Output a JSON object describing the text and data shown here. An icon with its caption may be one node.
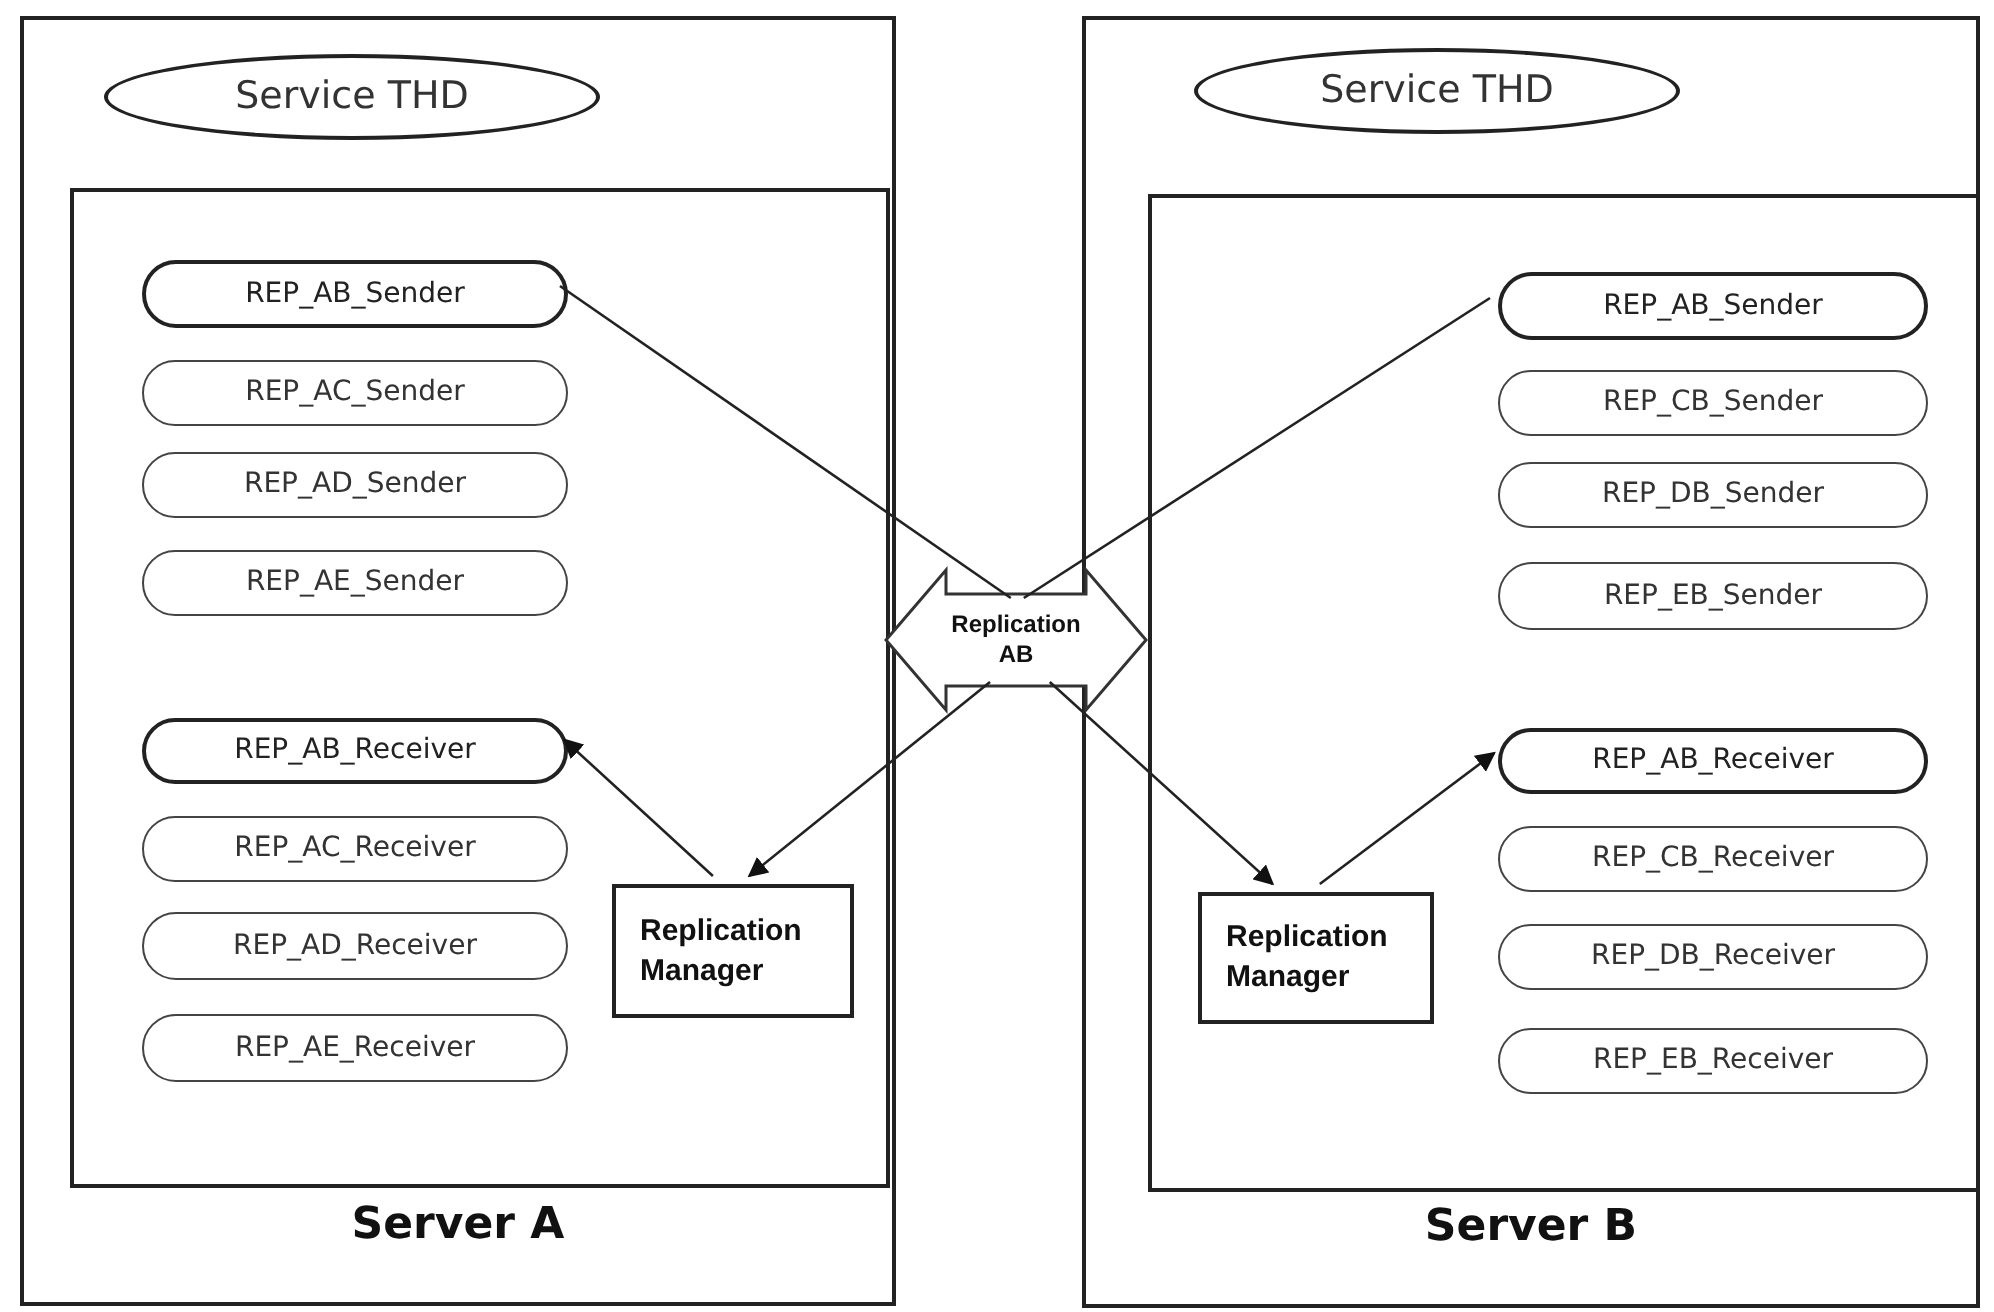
{
  "diagram": {
    "nodes": [
      {
        "text": [
          "Server A"
        ]
      },
      {
        "text": [
          "Service THD"
        ],
        "in": 0
      },
      {
        "text": [],
        "shape": "box",
        "in": 0
      },
      {
        "text": [
          "REP_AB_Sender"
        ],
        "in": 2
      },
      {
        "text": [
          "REP_AC_Sender"
        ],
        "in": 2
      },
      {
        "text": [
          "REP_AD_Sender"
        ],
        "in": 2
      },
      {
        "text": [
          "REP_AE_Sender"
        ],
        "in": 2
      },
      {
        "text": [
          "REP_AB_Receiver"
        ],
        "in": 2
      },
      {
        "text": [
          "REP_AC_Receiver"
        ],
        "in": 2
      },
      {
        "text": [
          "REP_AD_Receiver"
        ],
        "in": 2
      },
      {
        "text": [
          "REP_AE_Receiver"
        ],
        "in": 2
      },
      {
        "text": [
          "Replication Manager"
        ],
        "in": 2
      },
      {
        "text": [
          "Server B"
        ]
      },
      {
        "text": [
          "Service THD"
        ],
        "in": 12
      },
      {
        "text": [],
        "shape": "box",
        "in": 12
      },
      {
        "text": [
          "REP_AB_Sender"
        ],
        "in": 14
      },
      {
        "text": [
          "REP_CB_Sender"
        ],
        "in": 14
      },
      {
        "text": [
          "REP_DB_Sender"
        ],
        "in": 14
      },
      {
        "text": [
          "REP_EB_Sender"
        ],
        "in": 14
      },
      {
        "text": [
          "REP_AB_Receiver"
        ],
        "in": 14
      },
      {
        "text": [
          "REP_CB_Receiver"
        ],
        "in": 14
      },
      {
        "text": [
          "REP_DB_Receiver"
        ],
        "in": 14
      },
      {
        "text": [
          "REP_EB_Receiver"
        ],
        "in": 14
      },
      {
        "text": [
          "Replication Manager"
        ],
        "in": 14
      },
      {
        "text": [
          "Replication AB"
        ]
      }
    ],
    "edges": [
      {
        "from": 3,
        "to": 24,
        "arrow": "none"
      },
      {
        "from": 15,
        "to": 24,
        "arrow": "none"
      },
      {
        "from": 24,
        "to": 11,
        "arrow": "to"
      },
      {
        "from": 24,
        "to": 23,
        "arrow": "to"
      },
      {
        "from": 11,
        "to": 7,
        "arrow": "to"
      },
      {
        "from": 23,
        "to": 19,
        "arrow": "to"
      }
    ]
  }
}
